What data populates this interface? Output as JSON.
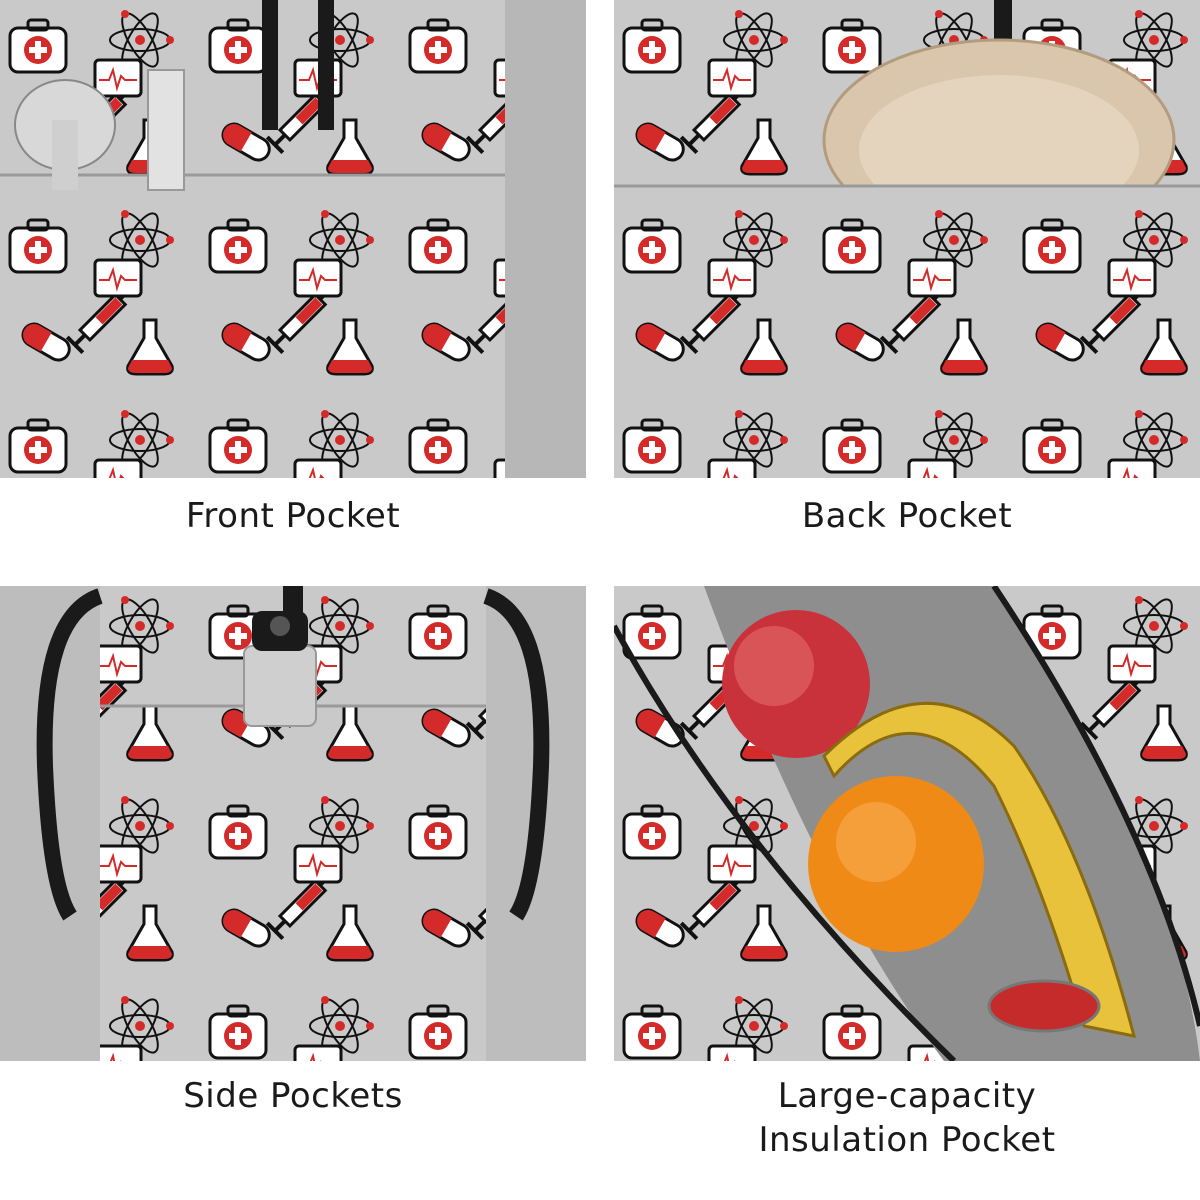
{
  "panels": [
    {
      "caption": "Front Pocket"
    },
    {
      "caption": "Back Pocket"
    },
    {
      "caption": "Side Pockets"
    },
    {
      "caption_line1": "Large-capacity",
      "caption_line2": "Insulation Pocket"
    }
  ],
  "colors": {
    "background": "#ffffff",
    "fabric": "#c9c9c9",
    "accent_red": "#d42a2a",
    "ink_black": "#111111",
    "strap": "#1a1a1a"
  },
  "icons": [
    "ambulance-icon",
    "first-aid-kit-icon",
    "pill-capsule-icon",
    "syringe-icon",
    "thermometer-icon",
    "microscope-icon",
    "flask-icon",
    "atom-icon",
    "dna-icon",
    "nurse-icon",
    "heart-monitor-icon"
  ]
}
